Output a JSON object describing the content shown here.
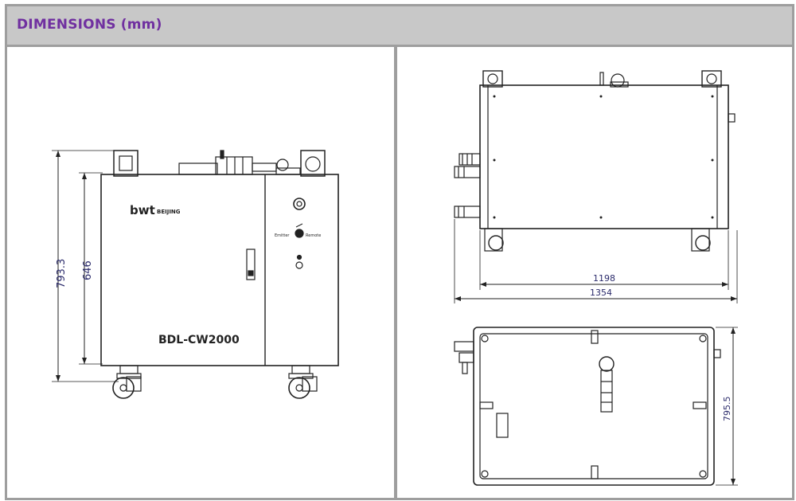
{
  "header": {
    "title": "DIMENSIONS (mm)"
  },
  "front_view": {
    "brand": "bwt",
    "brand_suffix": "BEIJING",
    "model": "BDL-CW2000",
    "panel_label_left": "Emitter",
    "panel_label_right": "Remote",
    "dim_total_height": "793.3",
    "dim_body_height": "646"
  },
  "side_view": {
    "dim_body_length": "1198",
    "dim_total_length": "1354"
  },
  "top_view": {
    "dim_depth": "795.5"
  },
  "colors": {
    "header_bg": "#c8c8c8",
    "title_text": "#7030a0",
    "border": "#9e9e9e",
    "dimension_text": "#2b2b6b"
  }
}
